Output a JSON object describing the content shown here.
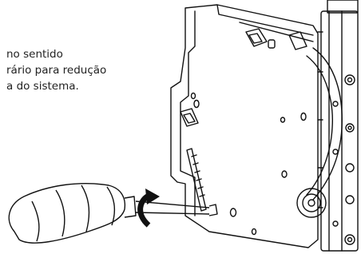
{
  "caption": {
    "lines": [
      "no sentido",
      "rário para redução",
      "a do sistema."
    ]
  },
  "illustration": {
    "subject": "screwdriver-adjusting-mechanism",
    "rotation": "counterclockwise",
    "arrow_color": "#111111"
  }
}
